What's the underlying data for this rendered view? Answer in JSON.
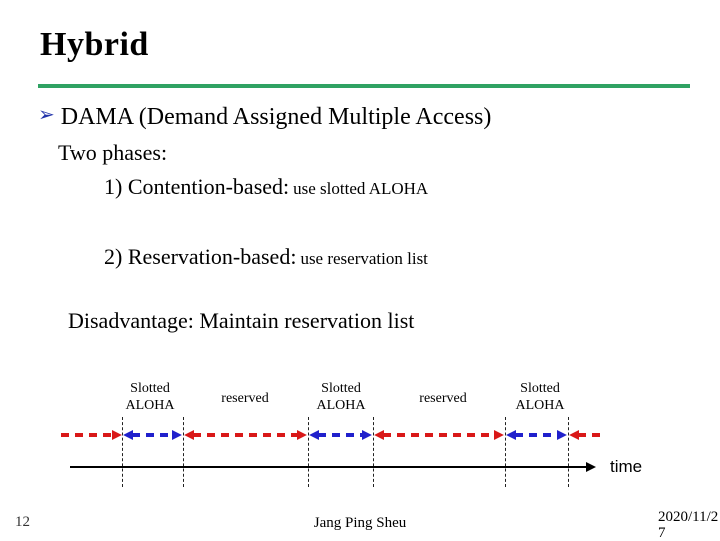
{
  "slide": {
    "title": "Hybrid",
    "bullet_text": "DAMA (Demand Assigned Multiple Access)",
    "two_phases": "Two phases:",
    "phase1": {
      "main": "1) Contention-based:",
      "note": "use slotted ALOHA"
    },
    "phase2": {
      "main": "2) Reservation-based:",
      "note": "use reservation list"
    },
    "disadvantage": "Disadvantage: Maintain reservation list"
  },
  "icons": {
    "bullet": "➢"
  },
  "diagram": {
    "region_labels": [
      {
        "line1": "Slotted",
        "line2": "ALOHA"
      },
      {
        "line1": "reserved"
      },
      {
        "line1": "Slotted",
        "line2": "ALOHA"
      },
      {
        "line1": "reserved"
      },
      {
        "line1": "Slotted",
        "line2": "ALOHA"
      }
    ],
    "axis_label": "time"
  },
  "footer": {
    "page_number": "12",
    "author": "Jang Ping Sheu",
    "date_line1": "2020/11/2",
    "date_line2": "7"
  },
  "colors": {
    "accent_green": "#2fa263",
    "slotted_blue": "#2020cc",
    "reserved_red": "#d91818",
    "bullet_blue": "#2233aa"
  }
}
